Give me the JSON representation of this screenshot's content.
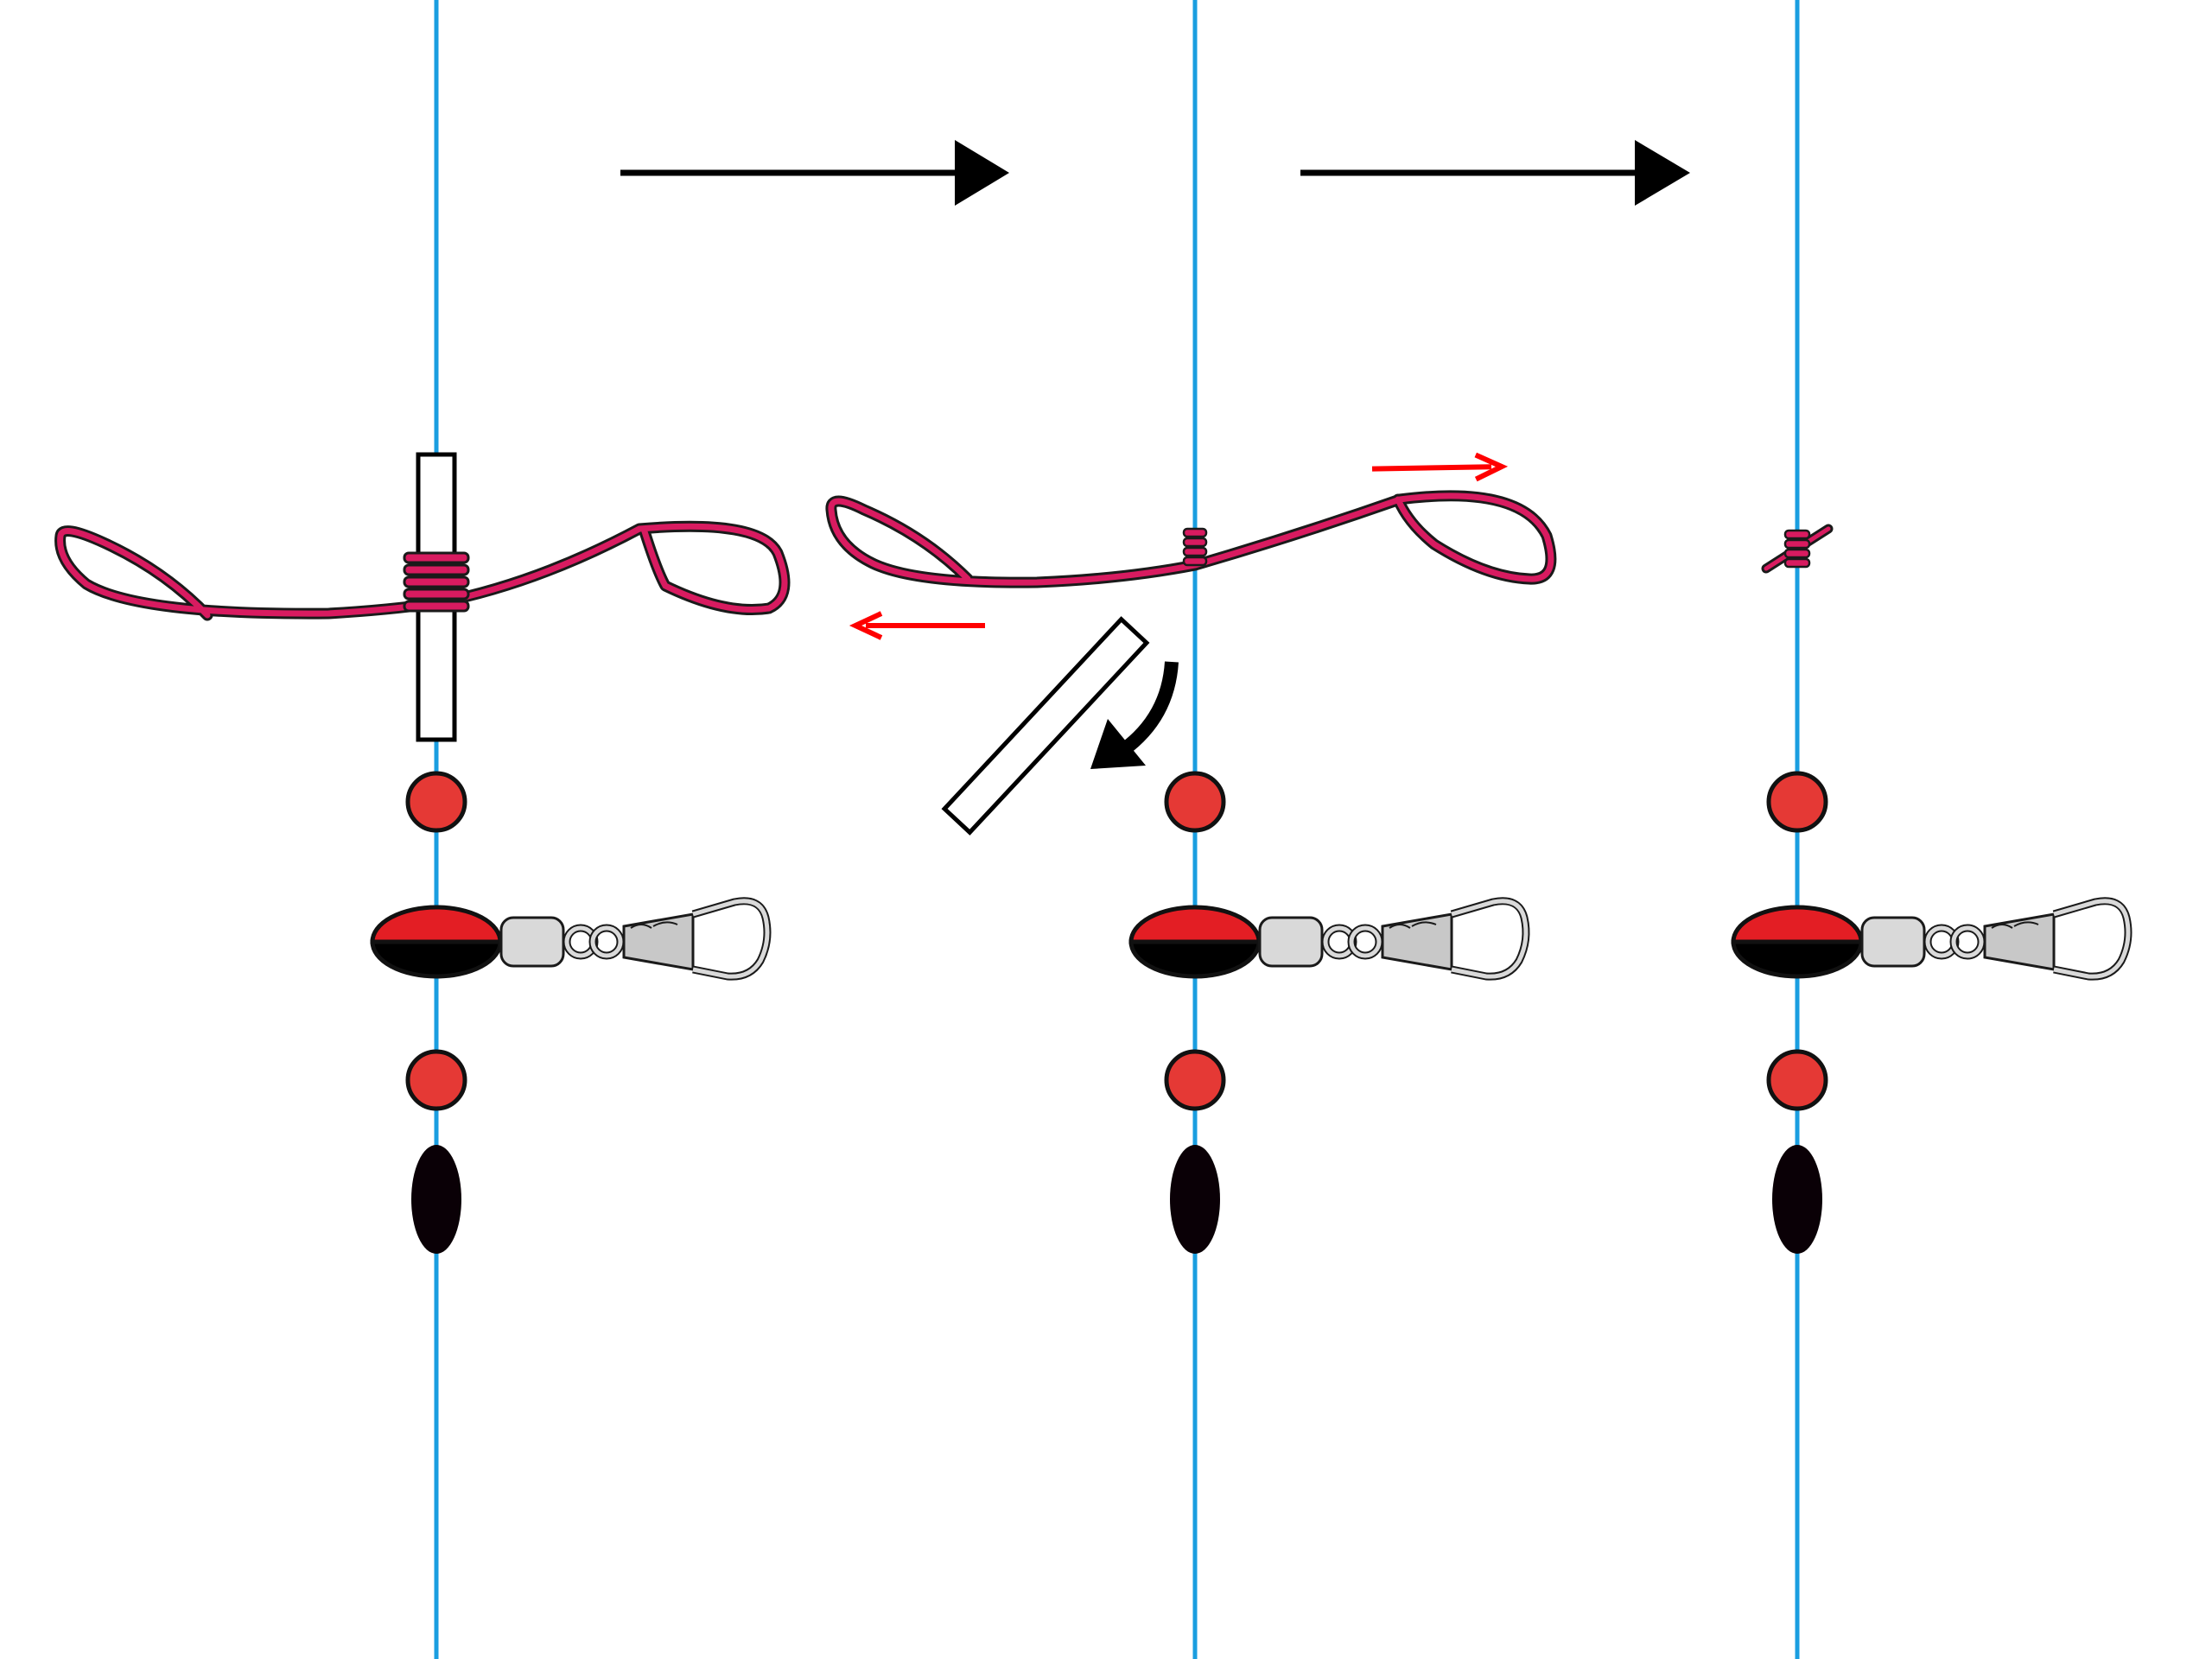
{
  "diagram": {
    "description_text": "",
    "colors": {
      "background": "#ffffff",
      "main_line": "#1a9ee0",
      "stopper_knot": "#d81b60",
      "stopper_knot_outline": "#1a1a1a",
      "bead": "#e53935",
      "float_top": "#e31e24",
      "float_bottom": "#000000",
      "swivel": "#d9d9d9",
      "sinker": "#0a0006",
      "step_arrow": "#000000",
      "pull_arrow": "#ff0000"
    },
    "icons": {
      "step_arrow": "right-arrow-icon",
      "pull_arrow_left": "left-arrow-icon",
      "pull_arrow_right": "right-arrow-icon",
      "rotate_arrow": "curved-arrow-icon"
    },
    "steps": [
      {
        "id": "step-1",
        "state": "knot-on-tube"
      },
      {
        "id": "step-2",
        "state": "tube-removed-pull-tag-ends"
      },
      {
        "id": "step-3",
        "state": "knot-trimmed"
      }
    ]
  }
}
